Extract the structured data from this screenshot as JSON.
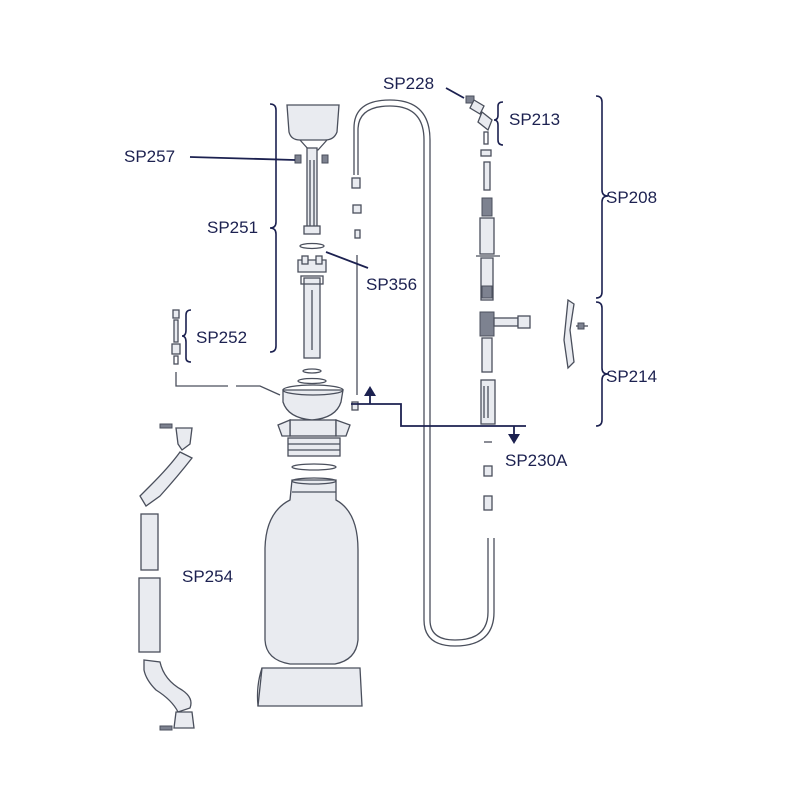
{
  "labels": {
    "sp228": "SP228",
    "sp213": "SP213",
    "sp257": "SP257",
    "sp208": "SP208",
    "sp251": "SP251",
    "sp356": "SP356",
    "sp252": "SP252",
    "sp214": "SP214",
    "sp230a": "SP230A",
    "sp254": "SP254"
  }
}
